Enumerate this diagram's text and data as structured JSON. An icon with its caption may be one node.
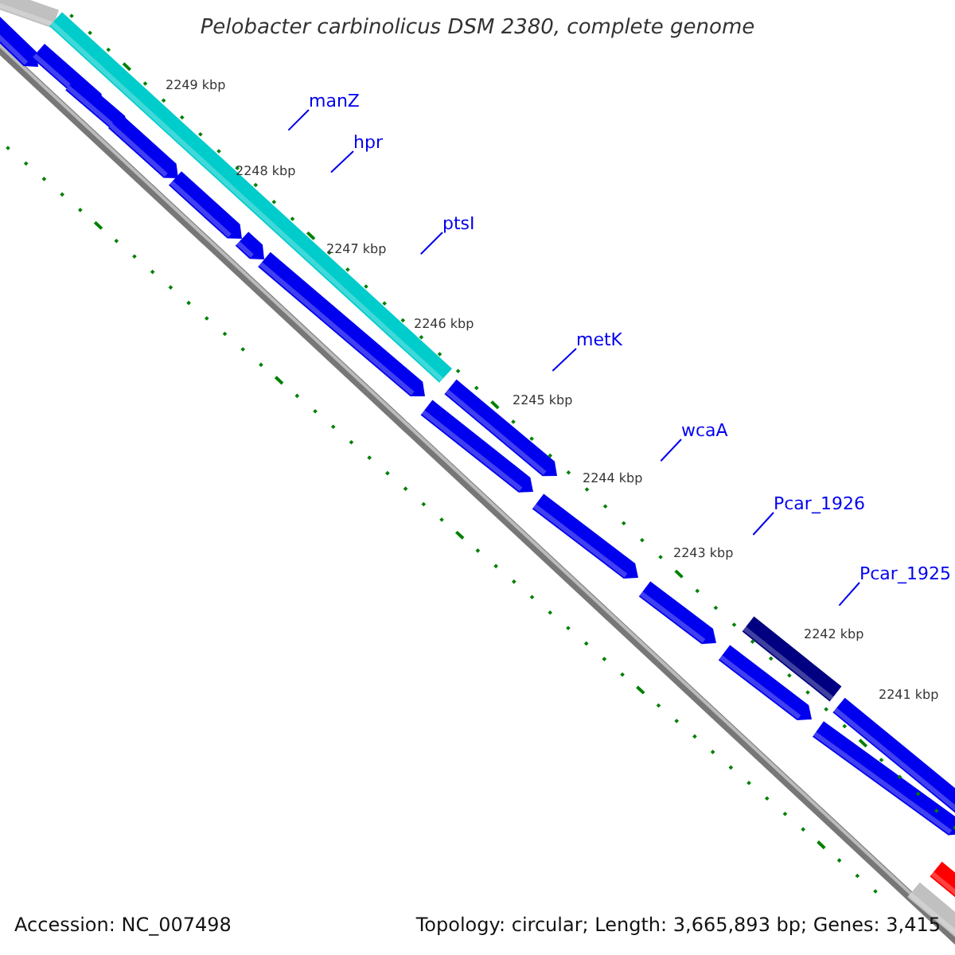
{
  "diagram": {
    "title": "Pelobacter carbinolicus DSM 2380, complete genome",
    "nodes": [
      {
        "text": [
          "manZ"
        ]
      },
      {
        "text": [
          "hpr"
        ]
      },
      {
        "text": [
          "ptsI"
        ]
      },
      {
        "text": [
          "metK"
        ]
      },
      {
        "text": [
          "wcaA"
        ]
      },
      {
        "text": [
          "Pcar_1926"
        ]
      },
      {
        "text": [
          "Pcar_1925"
        ]
      }
    ],
    "edges": [
      {
        "from": 0,
        "to": null,
        "arrow": "none"
      },
      {
        "from": 1,
        "to": null,
        "arrow": "none"
      },
      {
        "from": 2,
        "to": null,
        "arrow": "none"
      },
      {
        "from": 3,
        "to": null,
        "arrow": "none"
      },
      {
        "from": 4,
        "to": null,
        "arrow": "none"
      },
      {
        "from": 5,
        "to": null,
        "arrow": "none"
      },
      {
        "from": 6,
        "to": null,
        "arrow": "none"
      }
    ],
    "labels": [
      "2249 kbp",
      "2248 kbp",
      "2247 kbp",
      "2246 kbp",
      "2245 kbp",
      "2244 kbp",
      "2243 kbp",
      "2242 kbp",
      "2241 kbp",
      "Accession: NC_007498",
      "Topology: circular; Length: 3,665,893 bp; Genes: 3,415"
    ]
  }
}
